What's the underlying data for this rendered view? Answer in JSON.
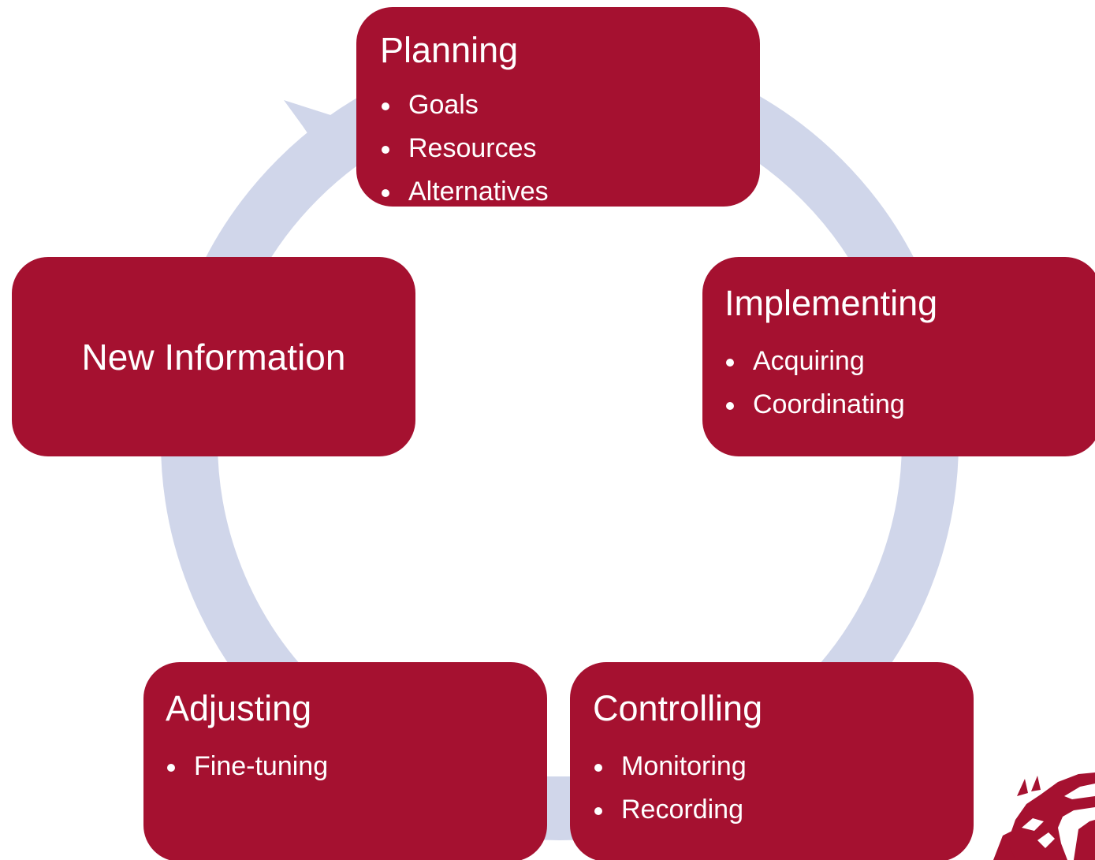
{
  "diagram": {
    "nodes": [
      {
        "id": "planning",
        "title": "Planning",
        "items": [
          "Goals",
          "Resources",
          "Alternatives"
        ]
      },
      {
        "id": "implementing",
        "title": "Implementing",
        "items": [
          "Acquiring",
          "Coordinating"
        ]
      },
      {
        "id": "controlling",
        "title": "Controlling",
        "items": [
          "Monitoring",
          "Recording"
        ]
      },
      {
        "id": "adjusting",
        "title": "Adjusting",
        "items": [
          "Fine-tuning"
        ]
      },
      {
        "id": "new_information",
        "title": "New Information",
        "items": []
      }
    ],
    "colors": {
      "node_fill": "#a51130",
      "node_text": "#ffffff",
      "ring": "#d0d6ea",
      "logo": "#a51130"
    },
    "logo_icon": "cougar-head-logo"
  }
}
